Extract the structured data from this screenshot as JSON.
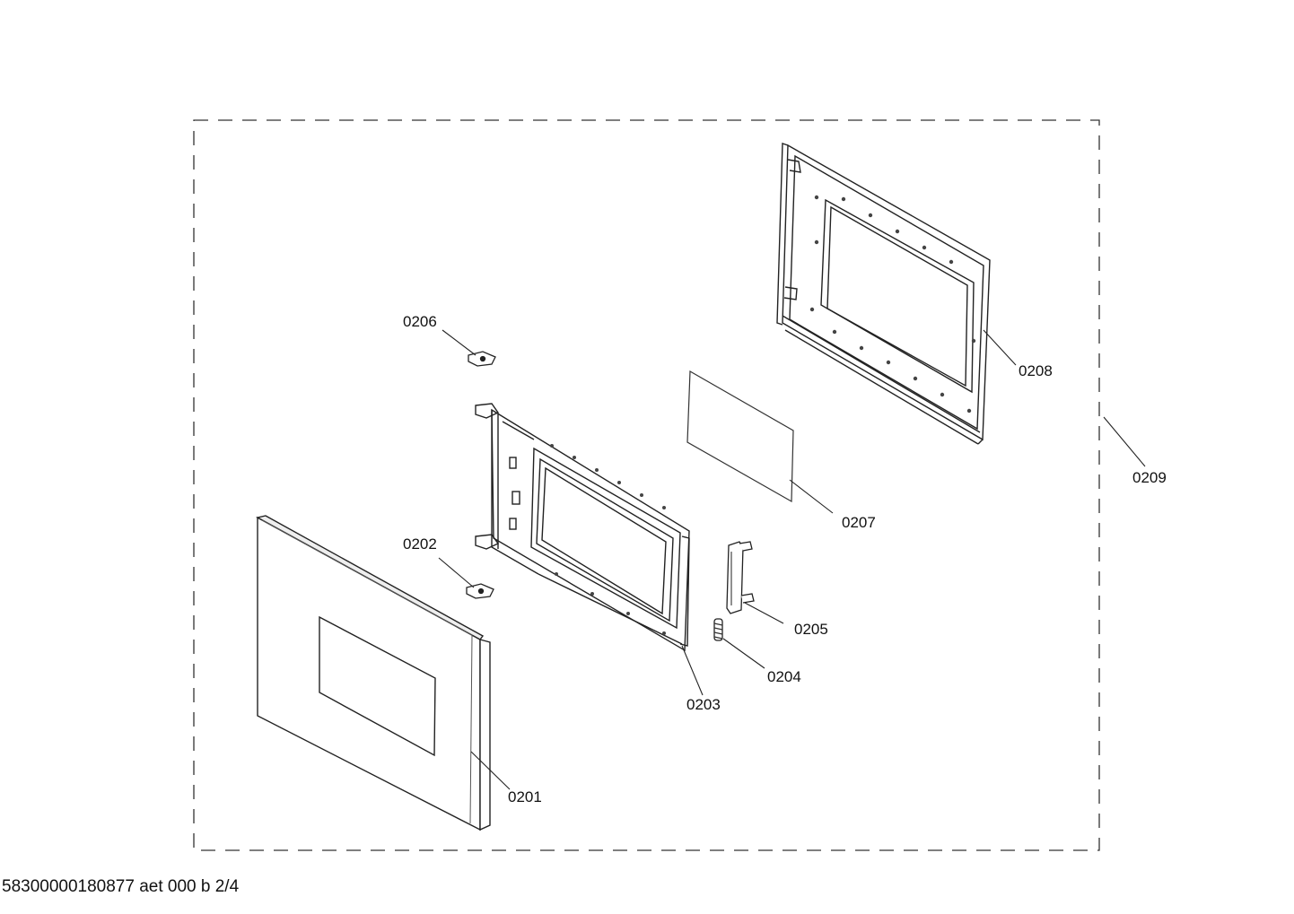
{
  "diagram": {
    "labels": {
      "p0201": "0201",
      "p0202": "0202",
      "p0203": "0203",
      "p0204": "0204",
      "p0205": "0205",
      "p0206": "0206",
      "p0207": "0207",
      "p0208": "0208",
      "p0209": "0209"
    }
  },
  "footer": {
    "doc_id": "58300000180877 aet 000 b 2/4"
  }
}
